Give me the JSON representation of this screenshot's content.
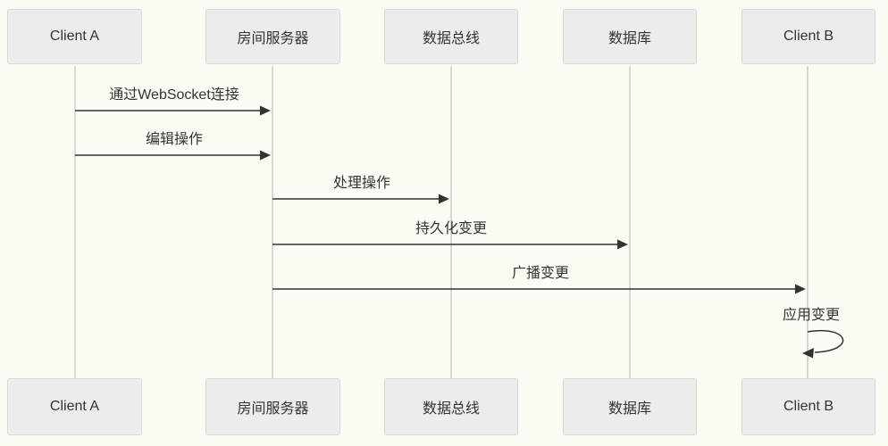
{
  "diagram": {
    "type": "sequence",
    "actors": [
      {
        "id": "client-a",
        "label": "Client A"
      },
      {
        "id": "room-server",
        "label": "房间服务器"
      },
      {
        "id": "data-bus",
        "label": "数据总线"
      },
      {
        "id": "database",
        "label": "数据库"
      },
      {
        "id": "client-b",
        "label": "Client B"
      }
    ],
    "messages": [
      {
        "from": "client-a",
        "to": "room-server",
        "label": "通过WebSocket连接",
        "style": "solid-arrow"
      },
      {
        "from": "client-a",
        "to": "room-server",
        "label": "编辑操作",
        "style": "solid-arrow"
      },
      {
        "from": "room-server",
        "to": "data-bus",
        "label": "处理操作",
        "style": "solid-arrow"
      },
      {
        "from": "room-server",
        "to": "database",
        "label": "持久化变更",
        "style": "solid-arrow"
      },
      {
        "from": "room-server",
        "to": "client-b",
        "label": "广播变更",
        "style": "solid-arrow"
      },
      {
        "from": "client-b",
        "to": "client-b",
        "label": "应用变更",
        "style": "self-loop"
      }
    ],
    "colors": {
      "background": "#fdfcf4",
      "actor_fill": "#ececec",
      "actor_border": "#d9d9d9",
      "lifeline": "#cccccc",
      "arrow": "#333333",
      "text": "#333333"
    }
  }
}
